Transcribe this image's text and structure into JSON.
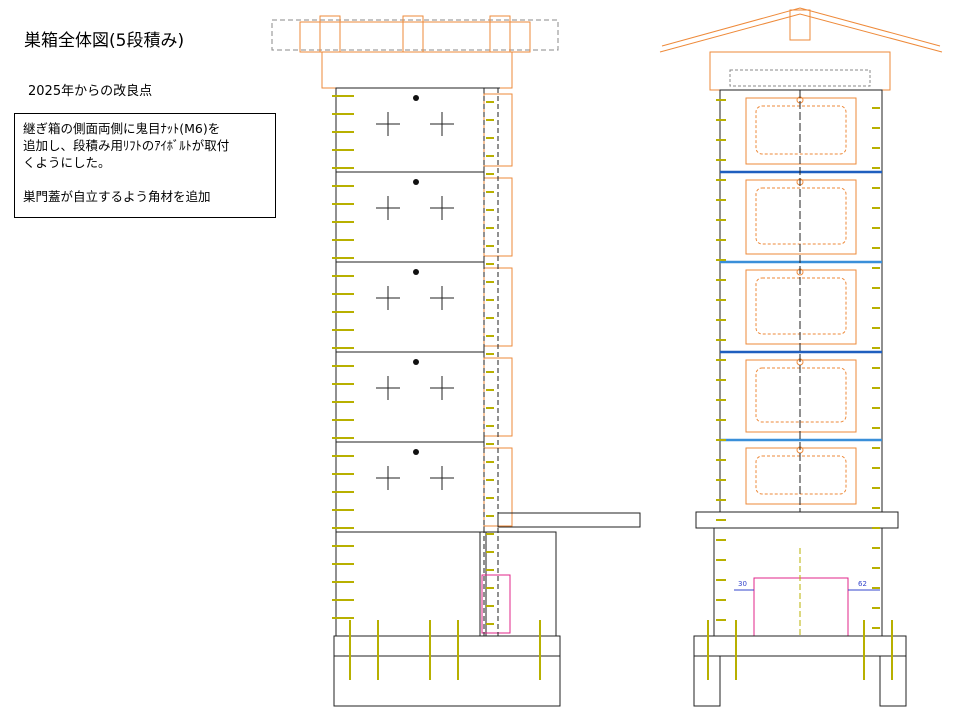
{
  "title": "巣箱全体図(5段積み)",
  "subtitle": "2025年からの改良点",
  "notes": {
    "line1": "継ぎ箱の側面両側に鬼目ﾅｯﾄ(M6)を",
    "line2": "追加し、段積み用ﾘﾌﾄのｱｲﾎﾞﾙﾄが取付",
    "line3": "くようにした。",
    "line4": "巣門蓋が自立するよう角材を追加"
  },
  "dimensions": {
    "left_gap": "30",
    "right_gap": "62"
  },
  "colors": {
    "line": "#222222",
    "orange": "#ee8a3a",
    "blue": "#1f5fbf",
    "light_blue": "#3a8fd9",
    "magenta": "#e0248a",
    "screw": "#b8b000",
    "dim": "#3344cc"
  }
}
